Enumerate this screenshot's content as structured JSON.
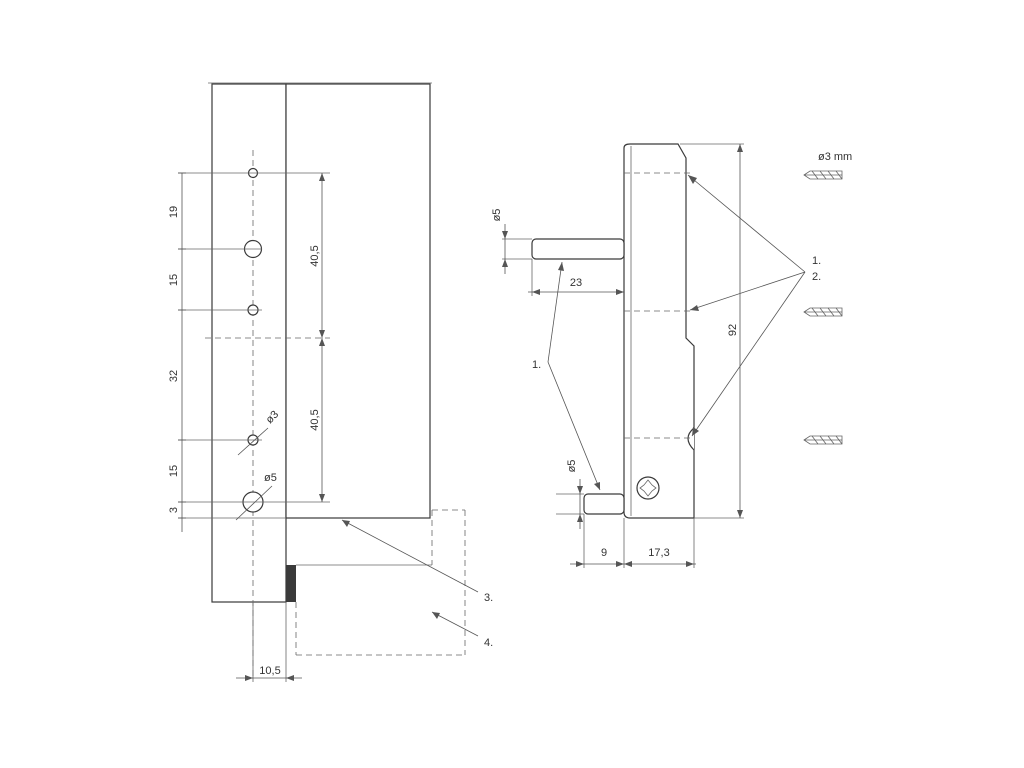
{
  "dimensions_left": {
    "d19": "19",
    "d15a": "15",
    "d32": "32",
    "d15b": "15",
    "d3": "3",
    "d40_5a": "40,5",
    "d40_5b": "40,5",
    "phi3": "ø3",
    "phi5": "ø5",
    "d10_5": "10,5"
  },
  "dimensions_right": {
    "phi5_top": "ø5",
    "d23": "23",
    "phi5_bottom": "ø5",
    "d9": "9",
    "d17_3": "17,3",
    "d92": "92"
  },
  "callouts": {
    "c1_left": "1.",
    "c1_right": "1.",
    "c2_right": "2.",
    "c3": "3.",
    "c4": "4."
  },
  "drill": {
    "label": "ø3 mm"
  },
  "colors": {
    "line": "#444444",
    "dark_strip": "#3a3a3a"
  }
}
